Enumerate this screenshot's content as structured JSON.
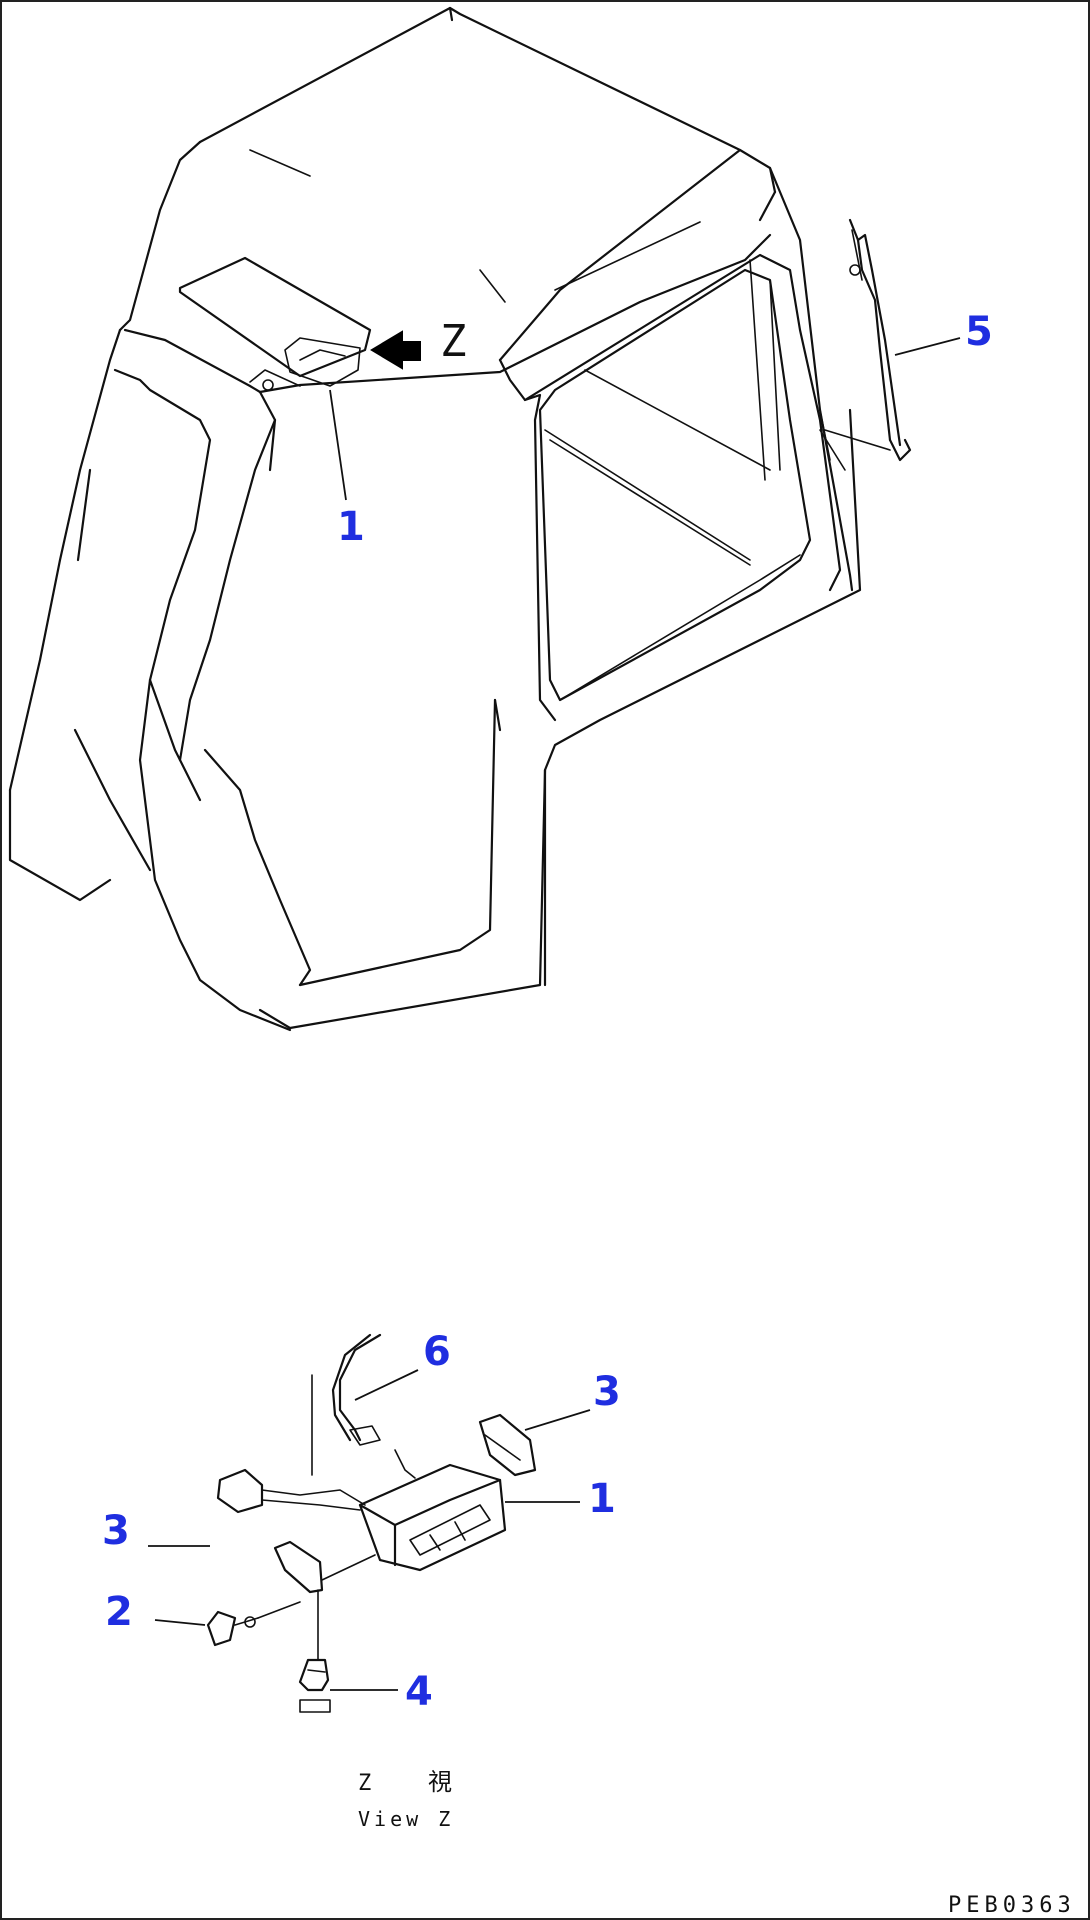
{
  "view_label": {
    "letter": "Z",
    "kanji": "視",
    "caption": "View Z"
  },
  "arrow_label": "Z",
  "callouts": {
    "top": [
      "1",
      "5"
    ],
    "detail": [
      "6",
      "3",
      "1",
      "3",
      "2",
      "4"
    ]
  },
  "drawing_code": "PEB0363"
}
